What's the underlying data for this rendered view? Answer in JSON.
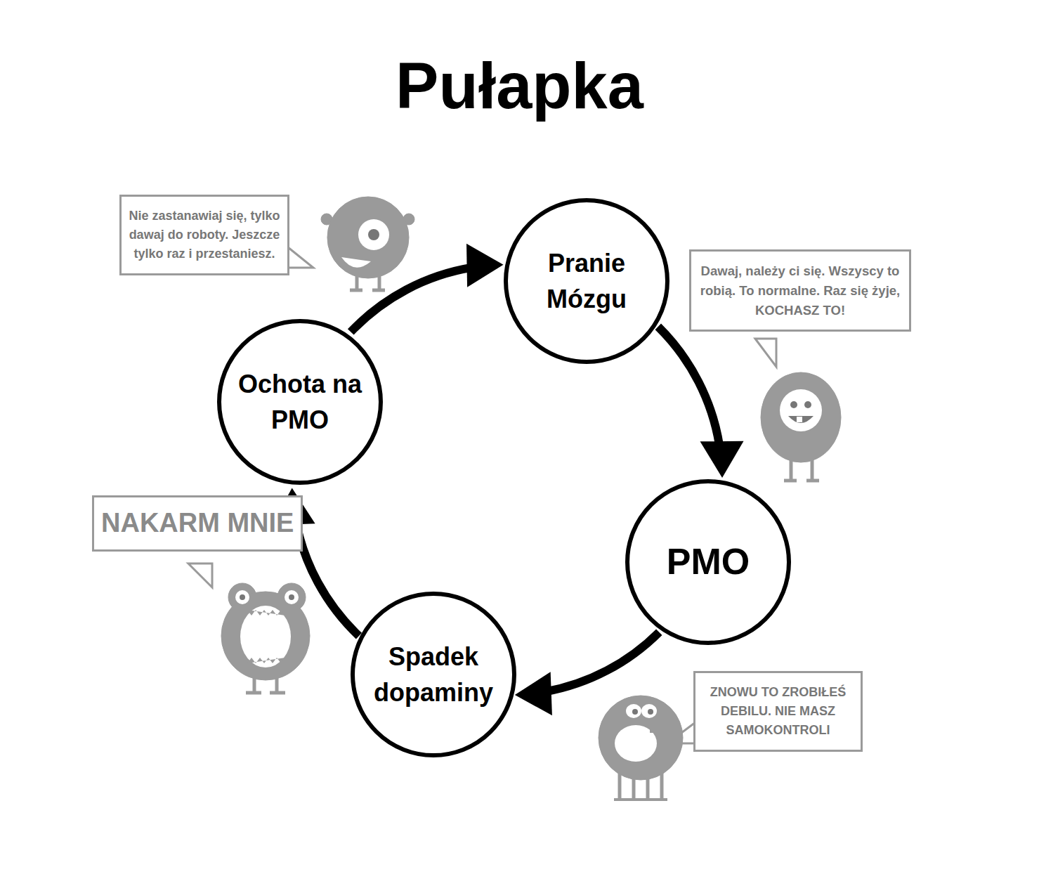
{
  "diagram": {
    "title": "Pułapka",
    "nodes": [
      {
        "text": [
          "Nie zastanawiaj się, tylko dawaj do roboty. Jeszcze tylko raz i przestaniesz."
        ]
      },
      {
        "text": [
          "Pranie Mózgu"
        ]
      },
      {
        "text": [
          "Dawaj, należy ci się. Wszyscy to robią. To normalne. Raz się żyje, KOCHASZ TO!"
        ]
      },
      {
        "text": [
          "Ochota na PMO"
        ]
      },
      {
        "text": [
          "PMO"
        ]
      },
      {
        "text": [
          "NAKARM MNIE"
        ]
      },
      {
        "text": [
          "Spadek dopaminy"
        ]
      },
      {
        "text": [
          "ZNOWU TO ZROBIŁEŚ DEBILU. NIE MASZ SAMOKONTROLI"
        ]
      }
    ],
    "edges": [
      {
        "from": 3,
        "to": 1,
        "arrow": "to"
      },
      {
        "from": 1,
        "to": 4,
        "arrow": "to"
      },
      {
        "from": 4,
        "to": 6,
        "arrow": "to"
      },
      {
        "from": 6,
        "to": 3,
        "arrow": "to"
      }
    ]
  }
}
